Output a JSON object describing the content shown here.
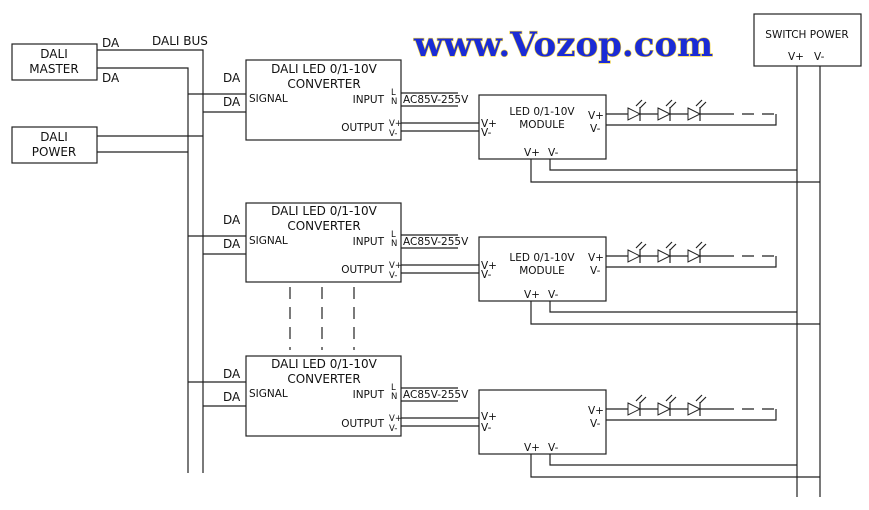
{
  "watermark": "www.Vozop.com",
  "master": {
    "line1": "DALI",
    "line2": "MASTER"
  },
  "power": {
    "line1": "DALI",
    "line2": "POWER"
  },
  "bus_label": "DALI BUS",
  "da": "DA",
  "switch_power": {
    "title": "SWITCH POWER",
    "vplus": "V+",
    "vminus": "V-"
  },
  "converter": {
    "title1": "DALI LED 0/1-10V",
    "title2": "CONVERTER",
    "signal": "SIGNAL",
    "input": "INPUT",
    "output": "OUTPUT",
    "l": "L",
    "n": "N",
    "vplus": "V+",
    "vminus": "V-"
  },
  "ac": "AC85V-255V",
  "module": {
    "title1": "LED 0/1-10V",
    "title2": "MODULE",
    "vplus": "V+",
    "vminus": "V-"
  }
}
